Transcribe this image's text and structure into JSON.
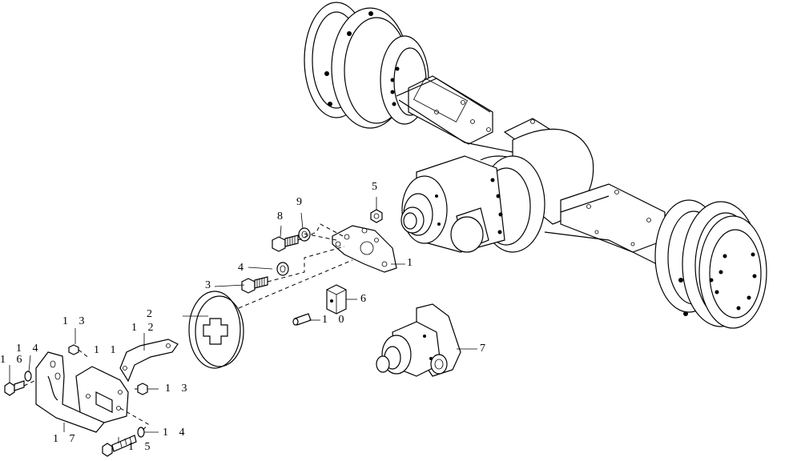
{
  "callouts": {
    "c1": "1",
    "c2": "2",
    "c3": "3",
    "c4": "4",
    "c5": "5",
    "c6": "6",
    "c7": "7",
    "c8": "8",
    "c9": "9",
    "c10": "1 0",
    "c11": "1 1",
    "c12": "1 2",
    "c13a": "1 3",
    "c13b": "1 3",
    "c14a": "1 4",
    "c14b": "1 4",
    "c15": "1 5",
    "c16": "1 6",
    "c17": "1 7"
  }
}
